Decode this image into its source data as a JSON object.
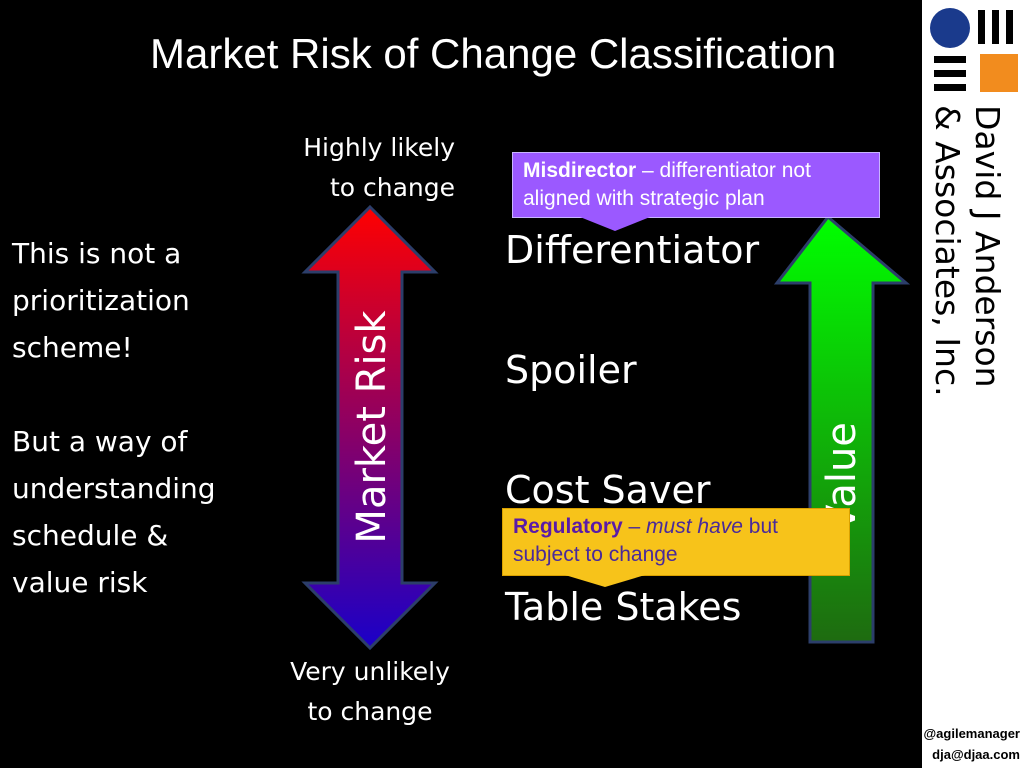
{
  "title": "Market Risk of Change Classification",
  "note": {
    "line1": "This is not a prioritization scheme!",
    "line2": "But a way of understanding schedule & value risk"
  },
  "risk_axis": {
    "top_label_1": "Highly likely",
    "top_label_2": "to change",
    "bottom_label_1": "Very unlikely",
    "bottom_label_2": "to change",
    "arrow_label": "Market Risk",
    "gradient_top": "#ff0000",
    "gradient_bottom": "#1a00c8"
  },
  "categories": [
    "Differentiator",
    "Spoiler",
    "Cost Saver",
    "Table Stakes"
  ],
  "value_axis": {
    "arrow_label": "Value",
    "gradient_top": "#00ff00",
    "gradient_bottom": "#1e6b10"
  },
  "callouts": {
    "misdirector_title": "Misdirector",
    "misdirector_text": " – differentiator not aligned with strategic plan",
    "misdirector_color": "#9b59ff",
    "regulatory_title": "Regulatory",
    "regulatory_dash": " – ",
    "regulatory_em": "must have",
    "regulatory_text": " but subject to change",
    "regulatory_color": "#f7c31a"
  },
  "brand": {
    "line1": "David J Anderson",
    "line2": "& Associates, Inc.",
    "logo_blue": "#1a3a8c",
    "logo_orange": "#f28c1e"
  },
  "contact": {
    "twitter": "@agilemanager",
    "email": "dja@djaa.com"
  }
}
